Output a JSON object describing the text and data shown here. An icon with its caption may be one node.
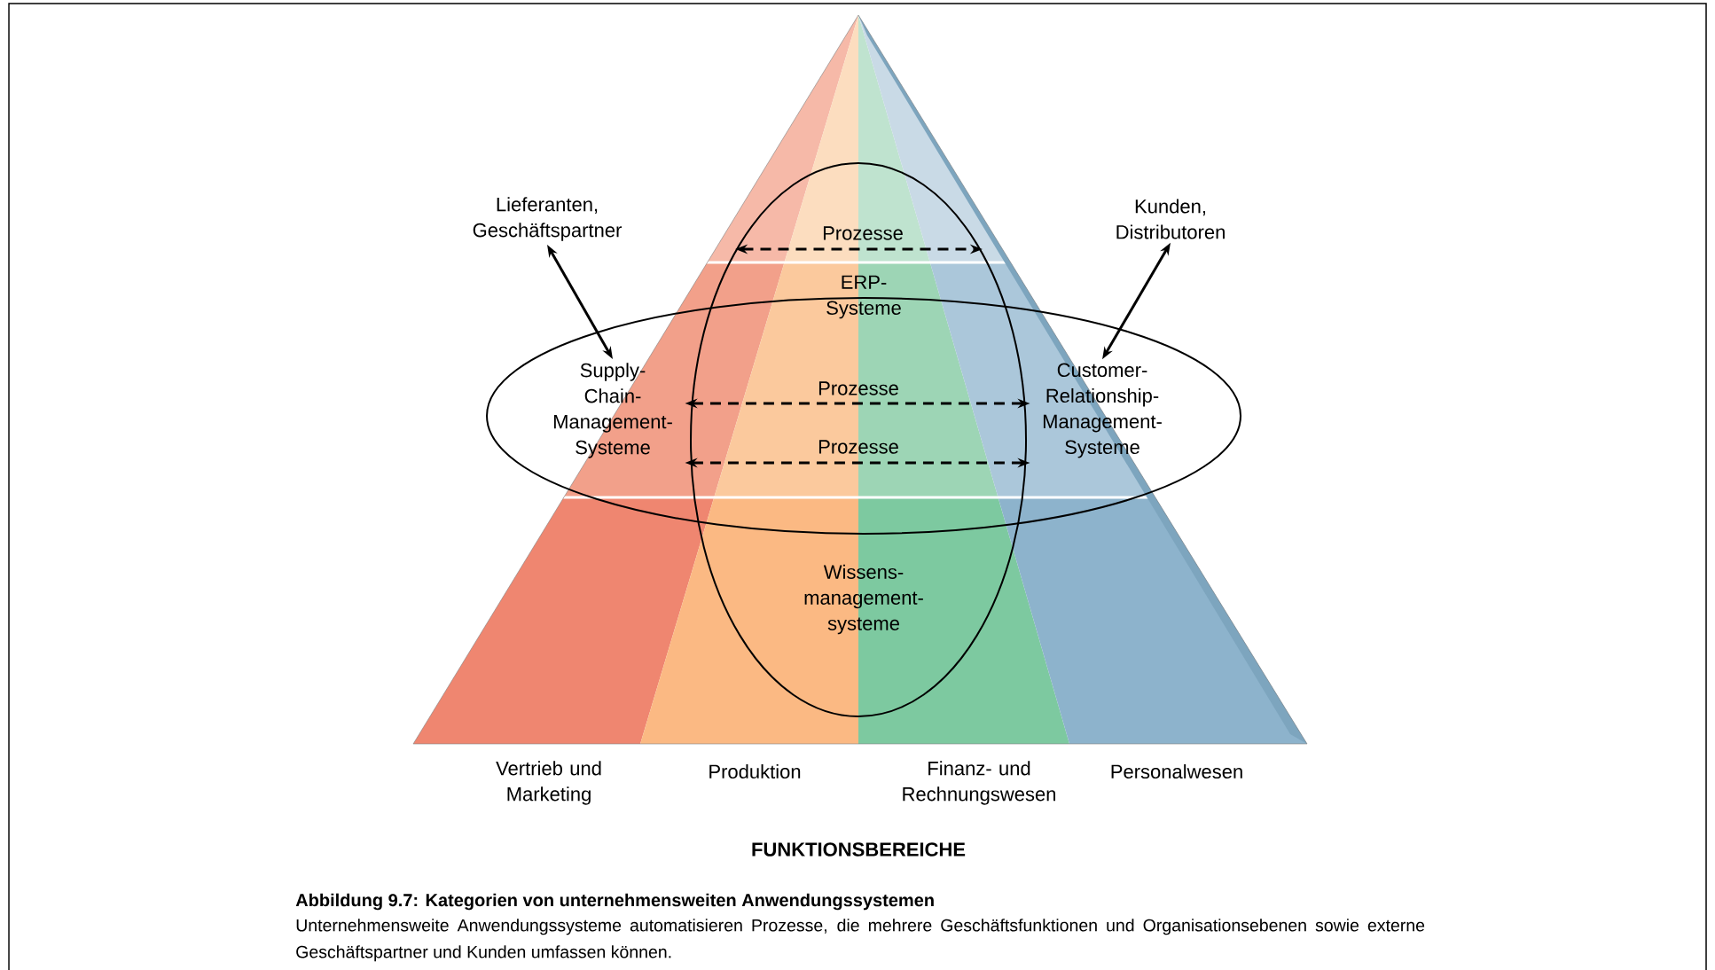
{
  "diagram": {
    "title": "Abbildung 9.7: Kategorien von unternehmensweiten Anwendungssystemen",
    "caption": "Unternehmensweite Anwendungssysteme automatisieren Prozesse, die mehrere Geschäftsfunktionen und Organisationsebenen sowie externe Geschäftspartner und Kunden umfassen können.",
    "nodes": [
      {
        "text": [
          "Lieferanten, Geschäftspartner"
        ]
      },
      {
        "text": [
          "Kunden, Distributoren"
        ]
      },
      {
        "text": [
          "ERP-Systeme"
        ]
      },
      {
        "text": [
          "Supply-Chain-Management-Systeme"
        ]
      },
      {
        "text": [
          "Customer-Relationship-Management-Systeme"
        ]
      },
      {
        "text": [
          "Wissens-management-systeme"
        ]
      }
    ],
    "edges": [
      {
        "from": 0,
        "to": 3,
        "arrow": "both"
      },
      {
        "from": 1,
        "to": 4,
        "arrow": "both"
      },
      {
        "from": 3,
        "to": 4,
        "arrow": "both",
        "style": "dashed",
        "label": "Prozesse"
      },
      {
        "from": 3,
        "to": 4,
        "arrow": "both",
        "style": "dashed",
        "label": "Prozesse"
      }
    ],
    "labels": [
      "Prozesse",
      "Vertrieb und Marketing",
      "Produktion",
      "Finanz- und Rechnungswesen",
      "Personalwesen",
      "FUNKTIONSBEREICHE"
    ]
  }
}
